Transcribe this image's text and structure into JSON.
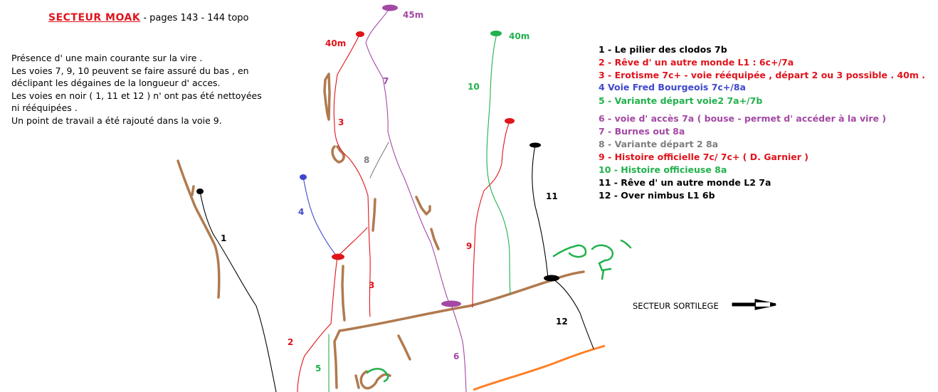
{
  "header": {
    "title": "SECTEUR   MOAK",
    "subtitle": " - pages 143 - 144 topo"
  },
  "notes": [
    "Présence d' une main courante sur la vire .",
    "Les voies 7, 9, 10 peuvent se faire assuré du bas , en",
    "déclipant les dégaines de la longueur d' acces.",
    "Les voies en noir ( 1, 11 et 12 ) n' ont pas été nettoyées",
    "ni rééquipées .",
    "Un point de travail a été rajouté dans la voie 9."
  ],
  "legend": [
    {
      "text": "1 - Le pilier des clodos 7b",
      "color": "#000000"
    },
    {
      "text": "2 - Rêve d' un autre monde L1 : 6c+/7a",
      "color": "#e0141c"
    },
    {
      "text": "3 - Erotisme 7c+  - voie rééquipée , départ 2 ou 3 possible . 40m .",
      "color": "#e0141c"
    },
    {
      "text": "4  Voie Fred Bourgeois 7c+/8a",
      "color": "#3f48cc"
    },
    {
      "text": "5 - Variante départ voie2 7a+/7b",
      "color": "#22b14c"
    },
    {
      "text": "6 - voie d' accès 7a ( bouse - permet d' accéder à la vire )",
      "color": "#a349a4"
    },
    {
      "text": "7 - Burnes out 8a",
      "color": "#a349a4"
    },
    {
      "text": "8 - Variante départ 2 8a",
      "color": "#7f7f7f"
    },
    {
      "text": "9 - Histoire officielle 7c/ 7c+ ( D. Garnier )",
      "color": "#e0141c"
    },
    {
      "text": "10 - Histoire officieuse 8a",
      "color": "#22b14c"
    },
    {
      "text": "11 - Rêve d' un autre monde L2 7a",
      "color": "#000000"
    },
    {
      "text": "12 - Over nimbus L1 6b",
      "color": "#000000"
    }
  ],
  "route_labels": [
    {
      "text": "1",
      "color": "#000000"
    },
    {
      "text": "2",
      "color": "#e0141c"
    },
    {
      "text": "3",
      "color": "#e0141c"
    },
    {
      "text": "3",
      "color": "#e0141c"
    },
    {
      "text": "4",
      "color": "#3f48cc"
    },
    {
      "text": "5",
      "color": "#22b14c"
    },
    {
      "text": "6",
      "color": "#a349a4"
    },
    {
      "text": "7",
      "color": "#a349a4"
    },
    {
      "text": "8",
      "color": "#7f7f7f"
    },
    {
      "text": "9",
      "color": "#e0141c"
    },
    {
      "text": "10",
      "color": "#22b14c"
    },
    {
      "text": "11",
      "color": "#000000"
    },
    {
      "text": "12",
      "color": "#000000"
    }
  ],
  "height_labels": [
    {
      "text": "45m",
      "color": "#a349a4"
    },
    {
      "text": "40m",
      "color": "#e0141c"
    },
    {
      "text": "40m",
      "color": "#22b14c"
    }
  ],
  "sortilege": {
    "label": "SECTEUR  SORTILEGE"
  },
  "colors": {
    "red": "#e0141c",
    "purple": "#a349a4",
    "green": "#22b14c",
    "blue": "#3f48cc",
    "gray": "#7f7f7f",
    "brown": "#b07a4f",
    "orange": "#ff7f27",
    "black": "#000000"
  }
}
